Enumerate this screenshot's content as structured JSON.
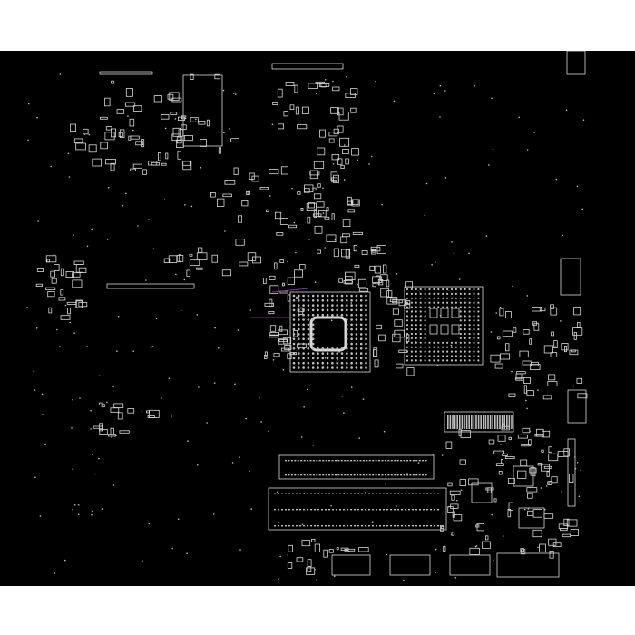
{
  "viewer": {
    "background": "#000000",
    "page_background": "#ffffff",
    "outline_color": "#d8d8d8",
    "pad_color": "#bfbfbf",
    "via_color": "#c8c87a",
    "trace_color": "#a040c0"
  },
  "components": {
    "cpu_socket": {
      "name": "cpu-bga"
    },
    "northbridge": {
      "name": "chipset-bga"
    },
    "memory_slots": [
      {
        "name": "dimm-slot-1"
      },
      {
        "name": "dimm-slot-2"
      }
    ],
    "io_connectors": [
      {
        "name": "io-connector-1"
      },
      {
        "name": "io-connector-2"
      },
      {
        "name": "io-connector-3"
      },
      {
        "name": "io-connector-4"
      }
    ]
  }
}
